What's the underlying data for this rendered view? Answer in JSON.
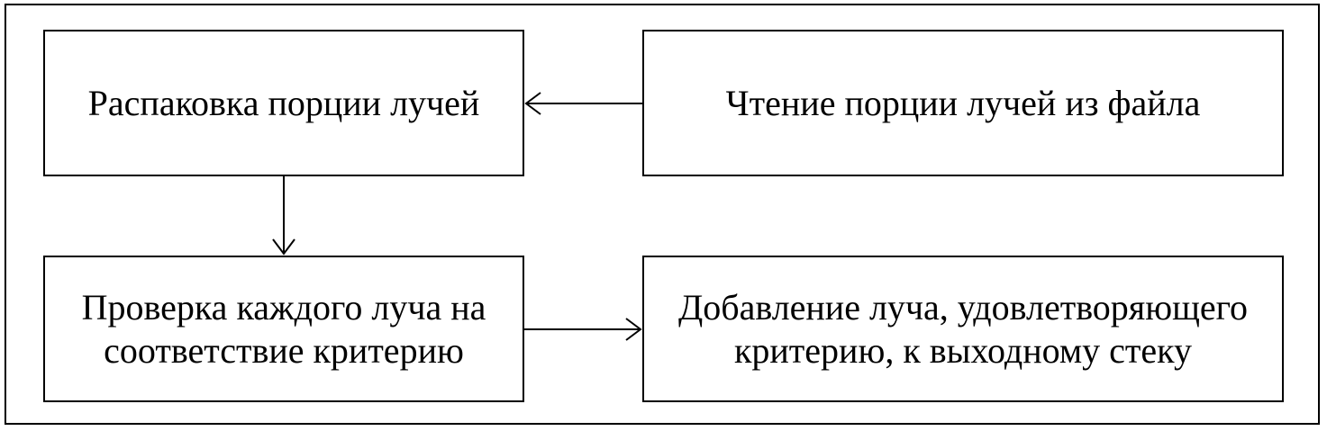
{
  "diagram": {
    "nodes": {
      "unpack": {
        "label": "Распаковка порции лучей"
      },
      "read": {
        "label": "Чтение порции лучей из файла"
      },
      "check": {
        "label": "Проверка каждого луча на соответствие критерию"
      },
      "add": {
        "label": "Добавление луча, удовлетворяющего критерию, к выходному стеку"
      }
    },
    "edges": [
      {
        "from": "read",
        "to": "unpack"
      },
      {
        "from": "unpack",
        "to": "check"
      },
      {
        "from": "check",
        "to": "add"
      }
    ],
    "colors": {
      "stroke": "#000000",
      "background": "#ffffff"
    }
  }
}
